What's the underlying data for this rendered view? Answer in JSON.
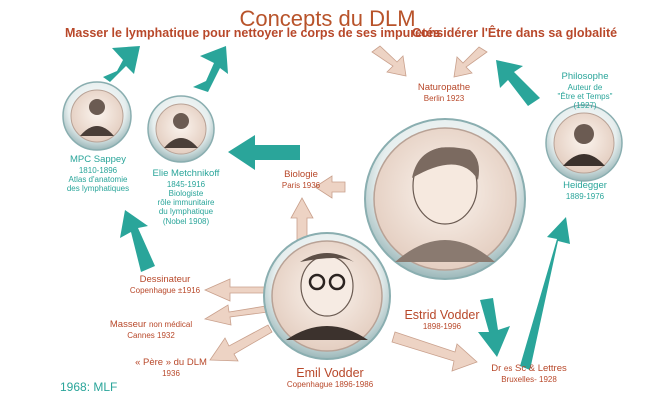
{
  "title": "Concepts du DLM",
  "goals": {
    "left": "Masser le lymphatique pour nettoyer le corps de ses impuretés",
    "right": "Considérer l'Être dans sa globalité"
  },
  "people": {
    "sappey": {
      "name": "MPC Sappey",
      "years": "1810-1896",
      "note1": "Atlas d'anatomie",
      "note2": "des lymphatiques"
    },
    "metchnikoff": {
      "name": "Elie Metchnikoff",
      "years": "1845-1916",
      "note1": "Biologiste",
      "note2": "rôle immunitaire",
      "note3": "du lymphatique",
      "note4": "(Nobel 1908)"
    },
    "estrid": {
      "name": "Estrid Vodder",
      "years": "1898-1996"
    },
    "emil": {
      "name": "Emil Vodder",
      "detail": "Copenhague 1896-1986"
    },
    "heidegger": {
      "role": "Philosophe",
      "line1": "Auteur de",
      "line2": "\"Être et Temps\"",
      "line3": "(1927)",
      "name": "Heidegger",
      "years": "1889-1976"
    }
  },
  "roles": {
    "naturopathe": {
      "label": "Naturopathe",
      "detail": "Berlin 1923"
    },
    "biologie": {
      "label": "Biologie",
      "detail": "Paris 1936"
    },
    "dessinateur": {
      "label": "Dessinateur",
      "detail": "Copenhague ±1916"
    },
    "masseur": {
      "label": "Masseur",
      "suffix": "non médical",
      "detail": "Cannes 1932"
    },
    "pere": {
      "label": "« Père » du DLM",
      "detail": "1936"
    },
    "docteur": {
      "label": "Dr",
      "sub": "es",
      "rest": "Sc & Lettres",
      "detail": "Bruxelles- 1928"
    }
  },
  "footer": "1968: MLF",
  "colors": {
    "teal": "#2aa59a",
    "rust": "#b8482a",
    "arrow_peach": "#edd3c4",
    "arrow_peach_stroke": "#c9a08c",
    "frame_ring": "#8aaeb0",
    "frame_bg": "#efe3dc"
  }
}
